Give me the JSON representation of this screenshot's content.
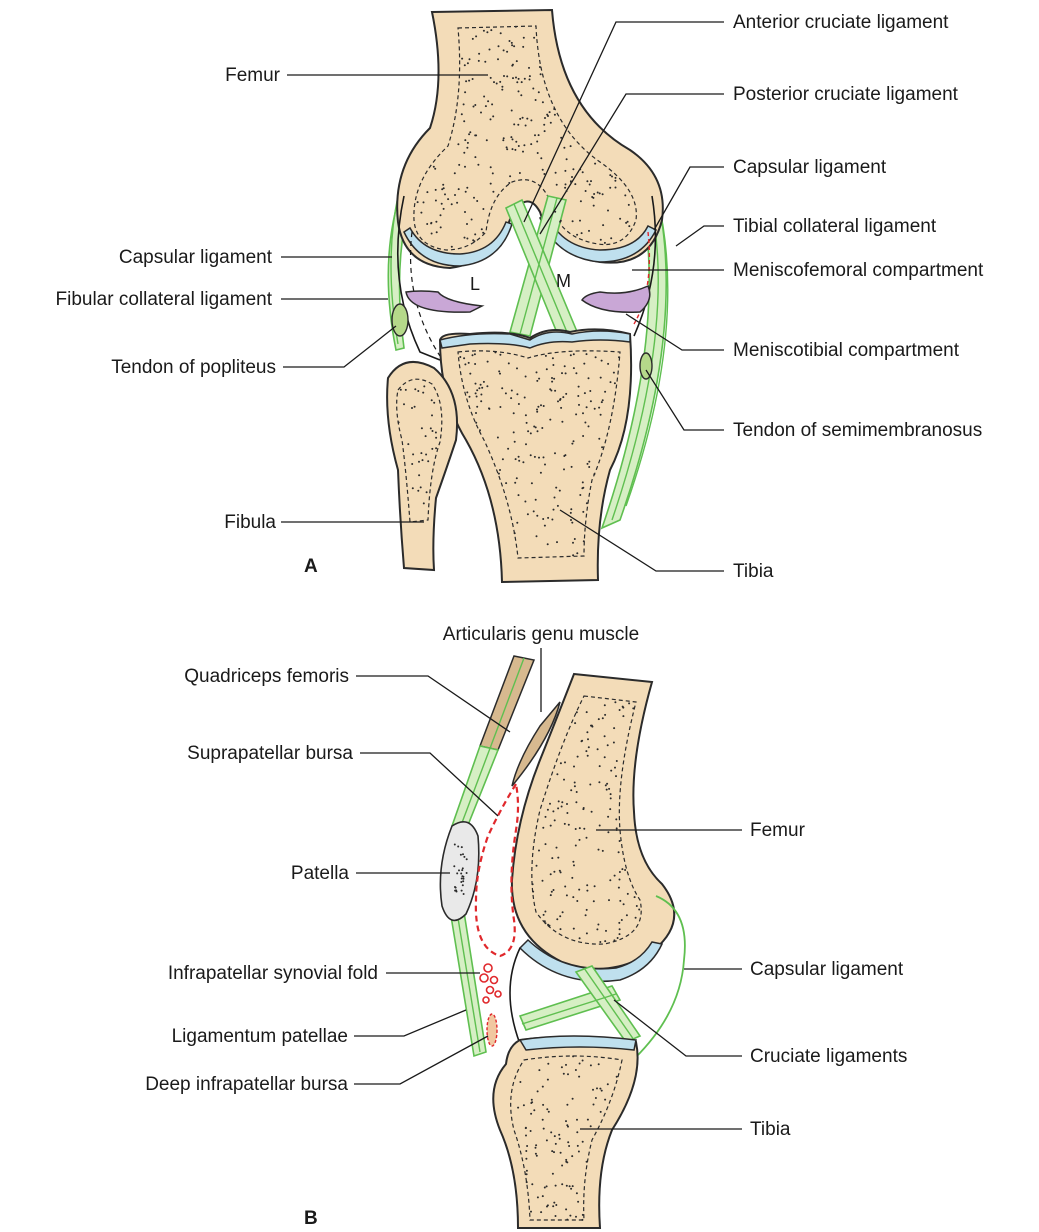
{
  "panels": {
    "a": "A",
    "b": "B"
  },
  "panel_a": {
    "meniscus_letters": {
      "lateral": "L",
      "medial": "M"
    },
    "labels": {
      "femur": "Femur",
      "anterior_cruciate": "Anterior cruciate ligament",
      "posterior_cruciate": "Posterior cruciate ligament",
      "capsular_right": "Capsular ligament",
      "tibial_collateral": "Tibial collateral ligament",
      "capsular_left": "Capsular ligament",
      "meniscofemoral": "Meniscofemoral compartment",
      "fibular_collateral": "Fibular collateral ligament",
      "popliteus": "Tendon of popliteus",
      "meniscotibial": "Meniscotibial compartment",
      "semimembranosus": "Tendon of semimembranosus",
      "fibula": "Fibula",
      "tibia": "Tibia"
    }
  },
  "panel_b": {
    "labels": {
      "articularis": "Articularis genu muscle",
      "quadriceps": "Quadriceps femoris",
      "suprapatellar": "Suprapatellar bursa",
      "femur": "Femur",
      "patella": "Patella",
      "capsular": "Capsular ligament",
      "infrapatellar_fold": "Infrapatellar synovial fold",
      "ligamentum_patellae": "Ligamentum patellae",
      "cruciate": "Cruciate ligaments",
      "deep_bursa": "Deep infrapatellar bursa",
      "tibia": "Tibia"
    }
  },
  "colors": {
    "bone": "#f3dcb8",
    "cartilage": "#bfe0ee",
    "ligament": "#5fbf50",
    "meniscus": "#c9a7d6",
    "bursa": "#e0282c",
    "muscle": "#d7b98f"
  }
}
